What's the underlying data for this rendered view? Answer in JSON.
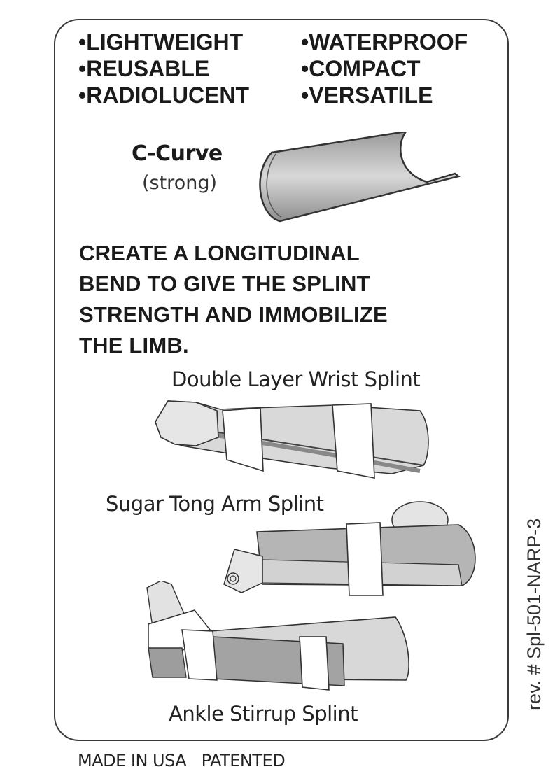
{
  "features": {
    "left": [
      "•LIGHTWEIGHT",
      "•REUSABLE",
      "•RADIOLUCENT"
    ],
    "right": [
      "•WATERPROOF",
      "•COMPACT",
      "•VERSATILE"
    ]
  },
  "ccurve": {
    "title": "C-Curve",
    "subtitle": "(strong)",
    "icon": "c-curve-splint-illustration"
  },
  "instruction": {
    "lines": [
      "CREATE A LONGITUDINAL",
      "BEND TO GIVE THE SPLINT",
      "STRENGTH AND IMMOBILIZE",
      "THE LIMB."
    ]
  },
  "splints": [
    {
      "label": "Double Layer Wrist Splint",
      "icon": "wrist-splint-illustration"
    },
    {
      "label": "Sugar Tong Arm Splint",
      "icon": "sugar-tong-arm-splint-illustration"
    },
    {
      "label": "Ankle Stirrup Splint",
      "icon": "ankle-stirrup-splint-illustration"
    }
  ],
  "revision": "rev. # Spl-501-NARP-3",
  "footer": "MADE IN USA   PATENTED",
  "colors": {
    "border": "#3a3a3a",
    "text": "#1a1a1a",
    "splint_gray": "#a8a8a8",
    "splint_light": "#d4d4d4",
    "strap_white": "#ffffff"
  }
}
